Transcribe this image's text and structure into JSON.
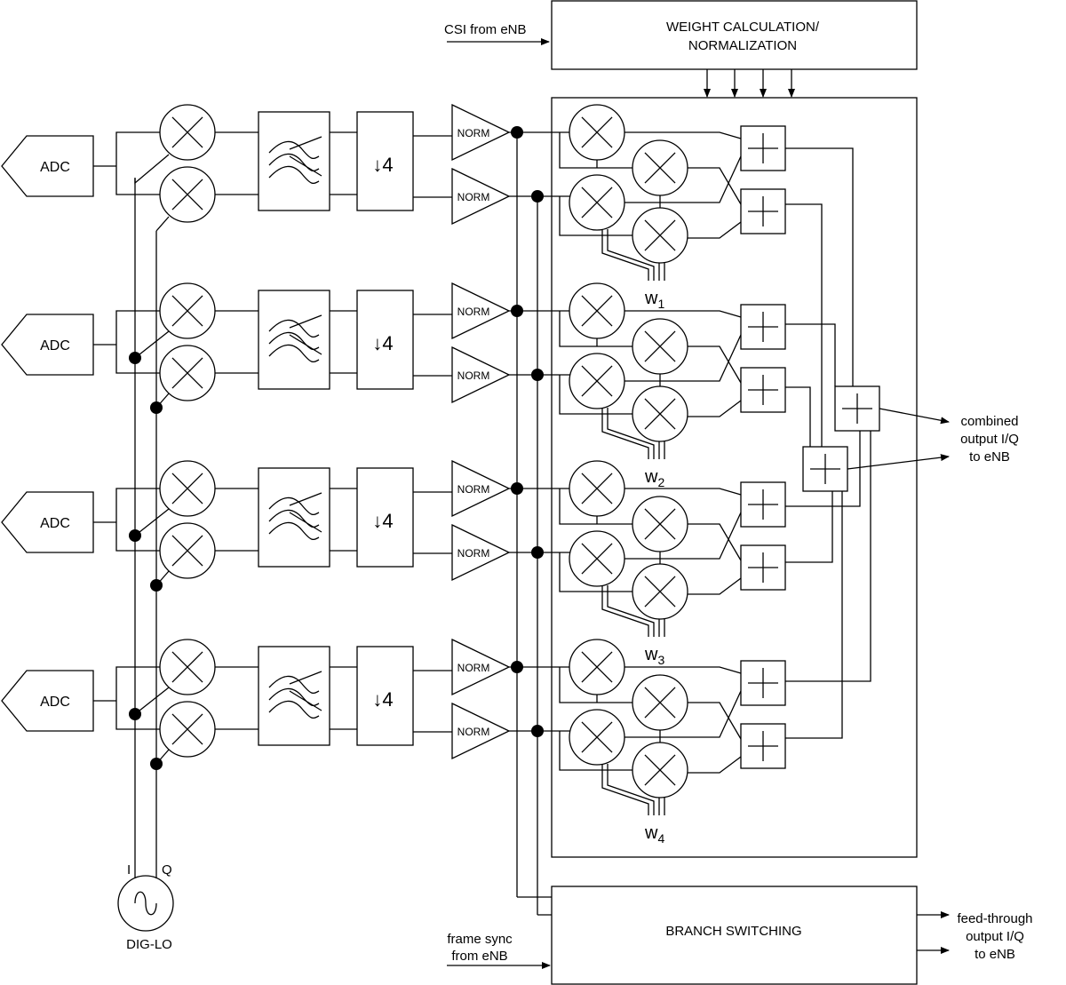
{
  "weight_block": {
    "line1": "WEIGHT CALCULATION/",
    "line2": "NORMALIZATION"
  },
  "csi_input": "CSI from eNB",
  "adc_label": "ADC",
  "decimator_label": "↓4",
  "norm_label": "NORM",
  "weights": [
    {
      "base": "w",
      "sub": "1"
    },
    {
      "base": "w",
      "sub": "2"
    },
    {
      "base": "w",
      "sub": "3"
    },
    {
      "base": "w",
      "sub": "4"
    }
  ],
  "combined_output": {
    "line1": "combined",
    "line2": "output I/Q",
    "line3": "to eNB"
  },
  "branch_switching": "BRANCH SWITCHING",
  "feed_through": {
    "line1": "feed-through",
    "line2": "output I/Q",
    "line3": "to eNB"
  },
  "frame_sync": {
    "line1": "frame sync",
    "line2": "from eNB"
  },
  "lo": {
    "label": "DIG-LO",
    "i": "I",
    "q": "Q"
  }
}
